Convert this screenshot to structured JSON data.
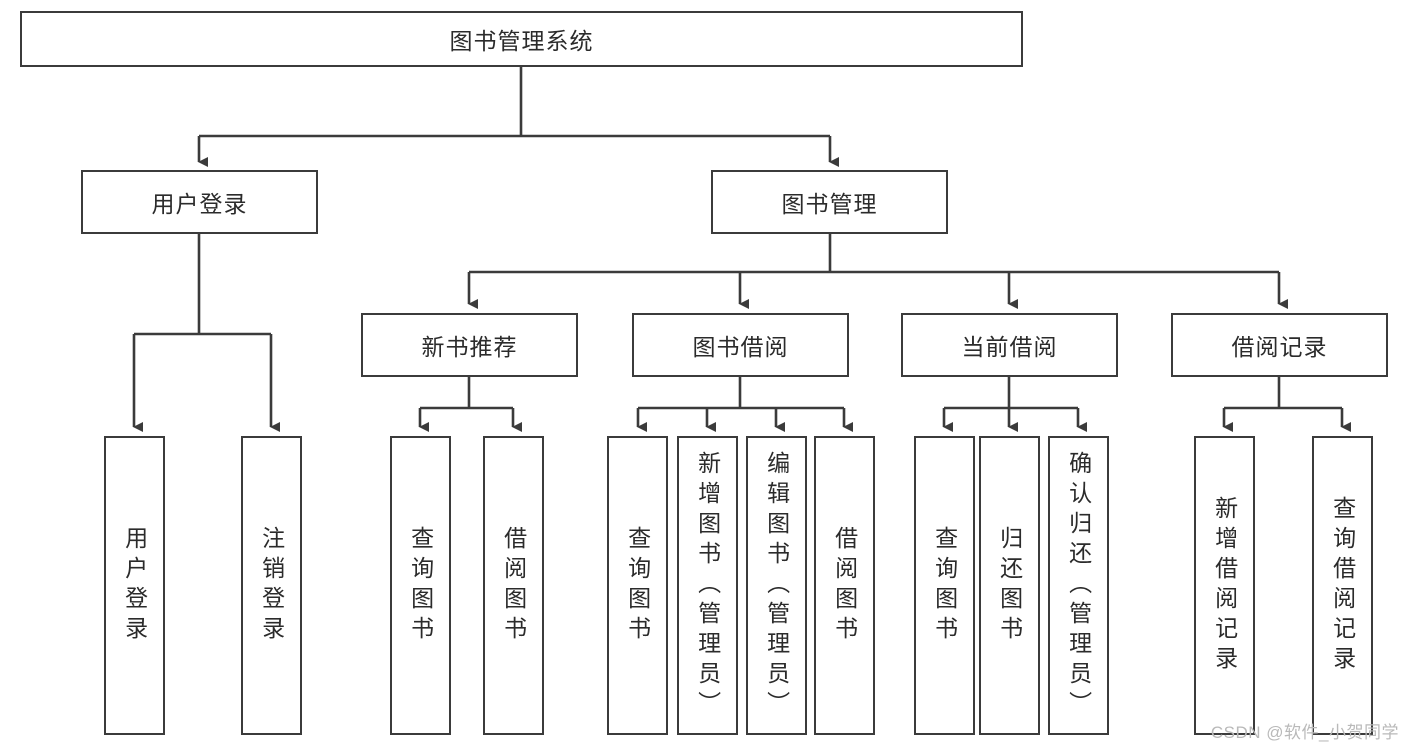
{
  "diagram": {
    "title": "图书管理系统",
    "type": "tree",
    "root": {
      "label": "图书管理系统"
    },
    "level2": [
      {
        "label": "用户登录"
      },
      {
        "label": "图书管理"
      }
    ],
    "level3": [
      {
        "label": "新书推荐",
        "parent": "图书管理"
      },
      {
        "label": "图书借阅",
        "parent": "图书管理"
      },
      {
        "label": "当前借阅",
        "parent": "图书管理"
      },
      {
        "label": "借阅记录",
        "parent": "图书管理"
      }
    ],
    "leaves": {
      "user_login": [
        {
          "label": "用户登录"
        },
        {
          "label": "注销登录"
        }
      ],
      "new_book": [
        {
          "label": "查询图书"
        },
        {
          "label": "借阅图书"
        }
      ],
      "borrow_book": [
        {
          "label": "查询图书"
        },
        {
          "label": "新增图书（管理员）"
        },
        {
          "label": "编辑图书（管理员）"
        },
        {
          "label": "借阅图书"
        }
      ],
      "current_borrow": [
        {
          "label": "查询图书"
        },
        {
          "label": "归还图书"
        },
        {
          "label": "确认归还（管理员）"
        }
      ],
      "borrow_record": [
        {
          "label": "新增借阅记录"
        },
        {
          "label": "查询借阅记录"
        }
      ]
    },
    "watermark": "CSDN @软件_小贺同学",
    "colors": {
      "stroke": "#3b3b3b",
      "text": "#2b2b2b",
      "background": "#ffffff",
      "watermark": "#b9b9b9"
    }
  }
}
